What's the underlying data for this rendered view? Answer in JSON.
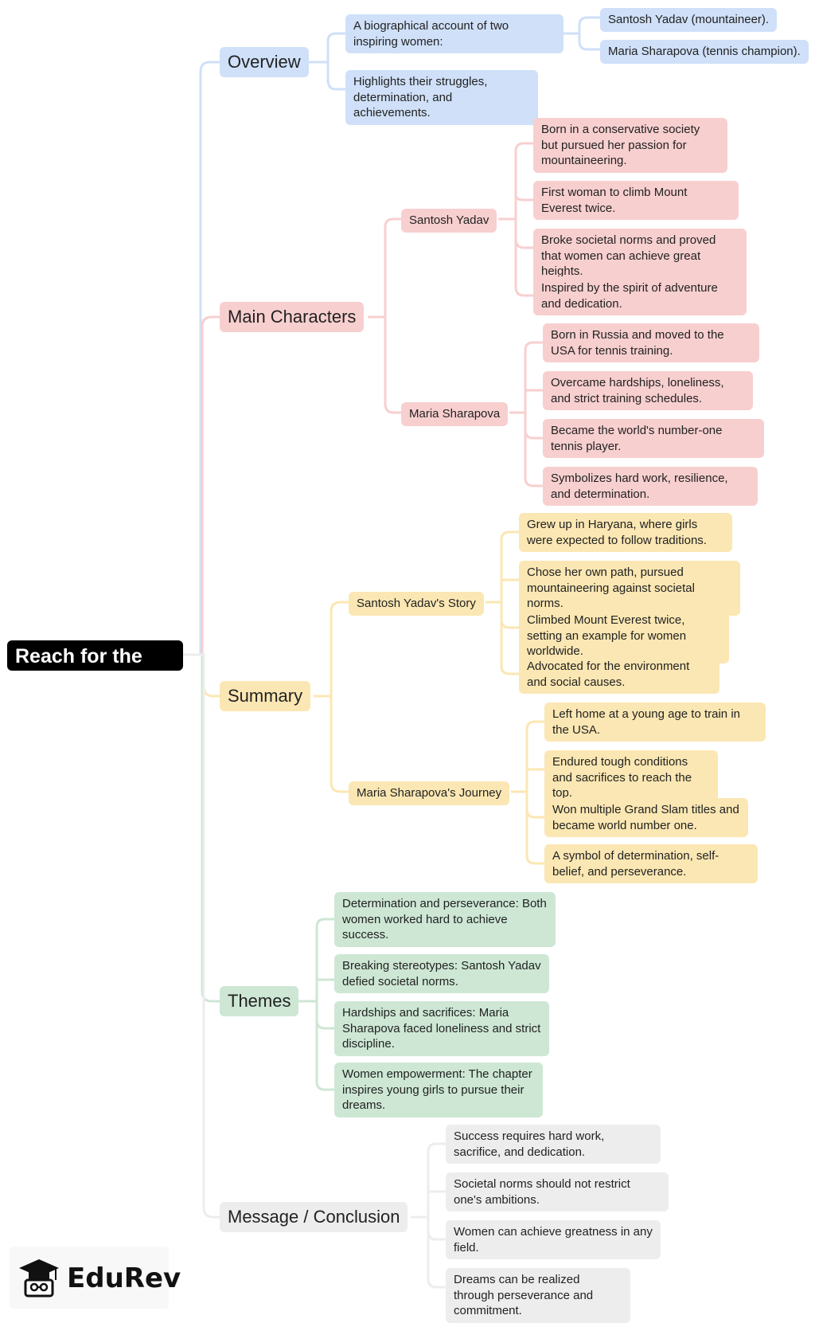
{
  "root": {
    "title": "Reach for the Top"
  },
  "overview": {
    "label": "Overview",
    "items": [
      "A biographical account of two inspiring women:",
      "Highlights their struggles, determination, and achievements."
    ],
    "sub_items": [
      "Santosh Yadav (mountaineer).",
      "Maria Sharapova (tennis champion)."
    ]
  },
  "characters": {
    "label": "Main Characters",
    "santosh": {
      "label": "Santosh Yadav",
      "items": [
        "Born in a conservative society but pursued her passion for mountaineering.",
        "First woman to climb Mount Everest twice.",
        "Broke societal norms and proved that women can achieve great heights.",
        "Inspired by the spirit of adventure and dedication."
      ]
    },
    "maria": {
      "label": "Maria Sharapova",
      "items": [
        "Born in Russia and moved to the USA for tennis training.",
        "Overcame hardships, loneliness, and strict training schedules.",
        "Became the world's number-one tennis player.",
        "Symbolizes hard work, resilience, and determination."
      ]
    }
  },
  "summary": {
    "label": "Summary",
    "santosh": {
      "label": "Santosh Yadav's Story",
      "items": [
        "Grew up in Haryana, where girls were expected to follow traditions.",
        "Chose her own path, pursued mountaineering against societal norms.",
        "Climbed Mount Everest twice, setting an example for women worldwide.",
        "Advocated for the environment and social causes."
      ]
    },
    "maria": {
      "label": "Maria Sharapova's Journey",
      "items": [
        "Left home at a young age to train in the USA.",
        "Endured tough conditions and sacrifices to reach the top.",
        "Won multiple Grand Slam titles and became world number one.",
        "A symbol of determination, self-belief, and perseverance."
      ]
    }
  },
  "themes": {
    "label": "Themes",
    "items": [
      "Determination and perseverance: Both women worked hard to achieve success.",
      "Breaking stereotypes: Santosh Yadav defied societal norms.",
      "Hardships and sacrifices: Maria Sharapova faced loneliness and strict discipline.",
      "Women empowerment: The chapter inspires young girls to pursue their dreams."
    ]
  },
  "message": {
    "label": "Message / Conclusion",
    "items": [
      "Success requires hard work, sacrifice, and dedication.",
      "Societal norms should not restrict one's ambitions.",
      "Women can achieve greatness in any field.",
      "Dreams can be realized through perseverance and commitment."
    ]
  },
  "logo": {
    "text": "EduRev",
    "icon": "graduation-cap-icon"
  },
  "colors": {
    "blue": "#cfe0f8",
    "red": "#f8cfcf",
    "yellow": "#fbe7b3",
    "green": "#cde7d4",
    "gray": "#ededed",
    "root": "#000000"
  }
}
